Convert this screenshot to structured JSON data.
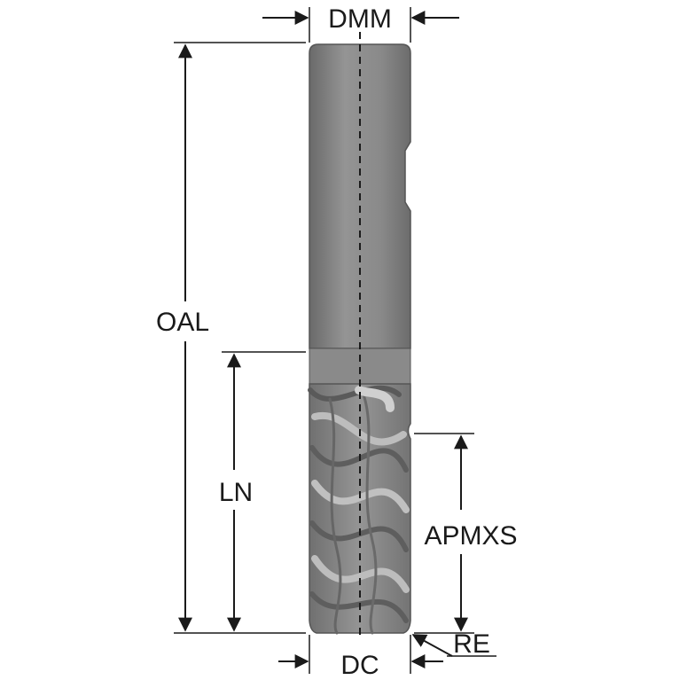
{
  "diagram": {
    "labels": {
      "shank_diameter": "DMM",
      "overall_length": "OAL",
      "neck_length": "LN",
      "max_depth_of_cut": "APMXS",
      "cutting_diameter": "DC",
      "corner_radius": "RE"
    },
    "colors": {
      "tool_body": "#8c8c8c",
      "tool_dark": "#6e6e6e",
      "tool_highlight": "#b4b4b4",
      "dimension_lines": "#1a1a1a",
      "background": "#ffffff"
    }
  }
}
